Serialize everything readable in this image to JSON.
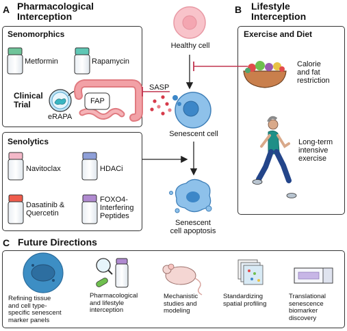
{
  "panelA": {
    "letter": "A",
    "title_line1": "Pharmacological",
    "title_line2": "Interception",
    "senomorphics": {
      "title": "Senomorphics",
      "drugs": [
        "Metformin",
        "Rapamycin"
      ],
      "clinical_trial": "Clinical Trial",
      "erapa": "eRAPA",
      "fap": "FAP"
    },
    "senolytics": {
      "title": "Senolytics",
      "drugs": [
        "Navitoclax",
        "HDACi",
        "Dasatinib &",
        "Quercetin",
        "FOXO4-",
        "Interfering",
        "Peptides"
      ]
    }
  },
  "center": {
    "healthy": "Healthy cell",
    "sasp": "SASP",
    "senescent": "Senescent cell",
    "apoptosis_line1": "Senescent",
    "apoptosis_line2": "cell apoptosis"
  },
  "panelB": {
    "letter": "B",
    "title_line1": "Lifestyle",
    "title_line2": "Interception",
    "box_title": "Exercise and Diet",
    "diet": [
      "Calorie",
      "and fat",
      "restriction"
    ],
    "exercise": [
      "Long-term",
      "intensive",
      "exercise"
    ]
  },
  "panelC": {
    "letter": "C",
    "title": "Future Directions",
    "items": [
      {
        "lines": [
          "Refining tissue",
          "and cell type-",
          "specific senescent",
          "marker panels"
        ]
      },
      {
        "lines": [
          "Pharmacological",
          "and lifestyle",
          "interception"
        ]
      },
      {
        "lines": [
          "Mechanistic",
          "studies and",
          "modeling"
        ]
      },
      {
        "lines": [
          "Standardizing",
          "spatial profiling"
        ]
      },
      {
        "lines": [
          "Translational",
          "senescence",
          "biomarker",
          "discovery"
        ]
      }
    ]
  },
  "colors": {
    "border": "#333333",
    "healthy_cell": "#f6b9c1",
    "senescent_cell": "#7eb6e2",
    "inhibit": "#c0334f",
    "sasp_dots": "#d63a4a"
  }
}
